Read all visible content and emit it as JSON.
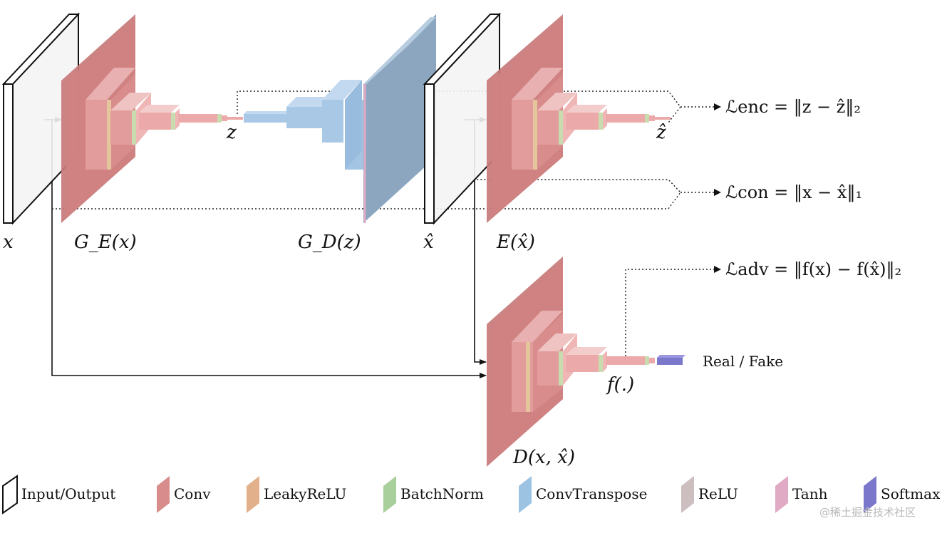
{
  "labels": {
    "x": "x",
    "ge": "G_E(x)",
    "z": "z",
    "gd": "G_D(z)",
    "xhat": "x̂",
    "ex": "E(x̂)",
    "zhat": "ẑ",
    "d": "D(x, x̂)",
    "f": "f(.)",
    "real_fake": "Real / Fake"
  },
  "losses": {
    "enc": "ℒenc = ‖z − ẑ‖₂",
    "con": "ℒcon = ‖x − x̂‖₁",
    "adv": "ℒadv = ‖f(x) − f(x̂)‖₂"
  },
  "legend": [
    {
      "label": "Input/Output",
      "color": "#ffffff",
      "icon": "input-output-swatch"
    },
    {
      "label": "Conv",
      "color": "#d98c8c",
      "icon": "conv-swatch"
    },
    {
      "label": "LeakyReLU",
      "color": "#e2b08a",
      "icon": "leakyrelu-swatch"
    },
    {
      "label": "BatchNorm",
      "color": "#a9cf9c",
      "icon": "batchnorm-swatch"
    },
    {
      "label": "ConvTranspose",
      "color": "#9dc3e3",
      "icon": "convtranspose-swatch"
    },
    {
      "label": "ReLU",
      "color": "#cdbfbf",
      "icon": "relu-swatch"
    },
    {
      "label": "Tanh",
      "color": "#e0a9c4",
      "icon": "tanh-swatch"
    },
    {
      "label": "Softmax",
      "color": "#7b78cc",
      "icon": "softmax-swatch"
    }
  ],
  "watermark": "@稀土掘金技术社区",
  "colors": {
    "conv": "#d98c8c",
    "conv_dark": "#c87878",
    "convT": "#9dc3e3",
    "convT_dark": "#8aa9c4",
    "leaky": "#e2b08a",
    "bn": "#a9cf9c",
    "softmax": "#7b78cc"
  }
}
